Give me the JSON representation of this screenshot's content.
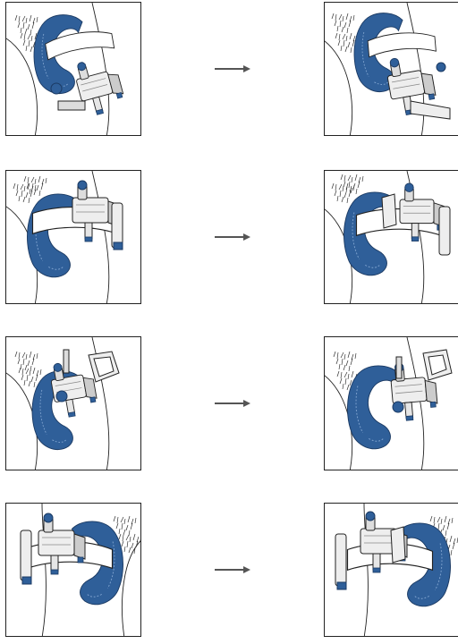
{
  "figure": {
    "type": "before-after instruction illustrations",
    "panel_count": 8,
    "arrow_count": 4
  },
  "colors": {
    "pad_blue": "#2f5f99",
    "pad_dark": "#1f4373",
    "outline": "#222222",
    "arrow": "#555555",
    "metal_light": "#eeeeee",
    "metal_shade": "#c8c8c8"
  },
  "rows": [
    {
      "id": "step-1",
      "left_view": "device-front-tilted",
      "right_view": "device-front-rotated"
    },
    {
      "id": "step-2",
      "left_view": "device-rear",
      "right_view": "device-rear-opened"
    },
    {
      "id": "step-3",
      "left_view": "device-clamp-raised",
      "right_view": "device-clamp-lowered"
    },
    {
      "id": "step-4",
      "left_view": "device-mirrored-rear",
      "right_view": "device-mirrored-opened"
    }
  ]
}
